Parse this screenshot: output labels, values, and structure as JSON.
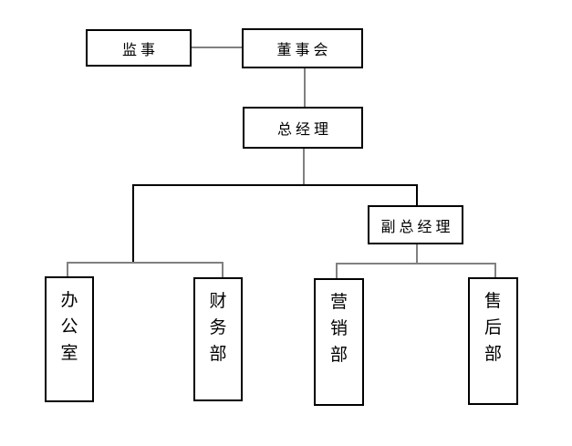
{
  "diagram": {
    "type": "org-chart",
    "nodes": {
      "supervisor": {
        "label": "监事",
        "text_direction": "horizontal"
      },
      "board": {
        "label": "董事会",
        "text_direction": "horizontal"
      },
      "general_manager": {
        "label": "总经理",
        "text_direction": "horizontal"
      },
      "deputy_general_manager": {
        "label": "副总经理",
        "text_direction": "horizontal"
      },
      "office": {
        "label": "办公室",
        "text_direction": "vertical"
      },
      "finance_dept": {
        "label": "财务部",
        "text_direction": "vertical"
      },
      "marketing_dept": {
        "label": "营销部",
        "text_direction": "vertical"
      },
      "after_sales_dept": {
        "label": "售后部",
        "text_direction": "vertical"
      }
    },
    "edges": [
      {
        "from": "board",
        "to": "supervisor"
      },
      {
        "from": "board",
        "to": "general_manager"
      },
      {
        "from": "general_manager",
        "to": "office"
      },
      {
        "from": "general_manager",
        "to": "finance_dept"
      },
      {
        "from": "general_manager",
        "to": "deputy_general_manager"
      },
      {
        "from": "deputy_general_manager",
        "to": "marketing_dept"
      },
      {
        "from": "deputy_general_manager",
        "to": "after_sales_dept"
      }
    ],
    "colors": {
      "background": "#ffffff",
      "box_border": "#000000",
      "text": "#000000",
      "connector_primary": "#000000",
      "connector_secondary": "#808080"
    }
  }
}
